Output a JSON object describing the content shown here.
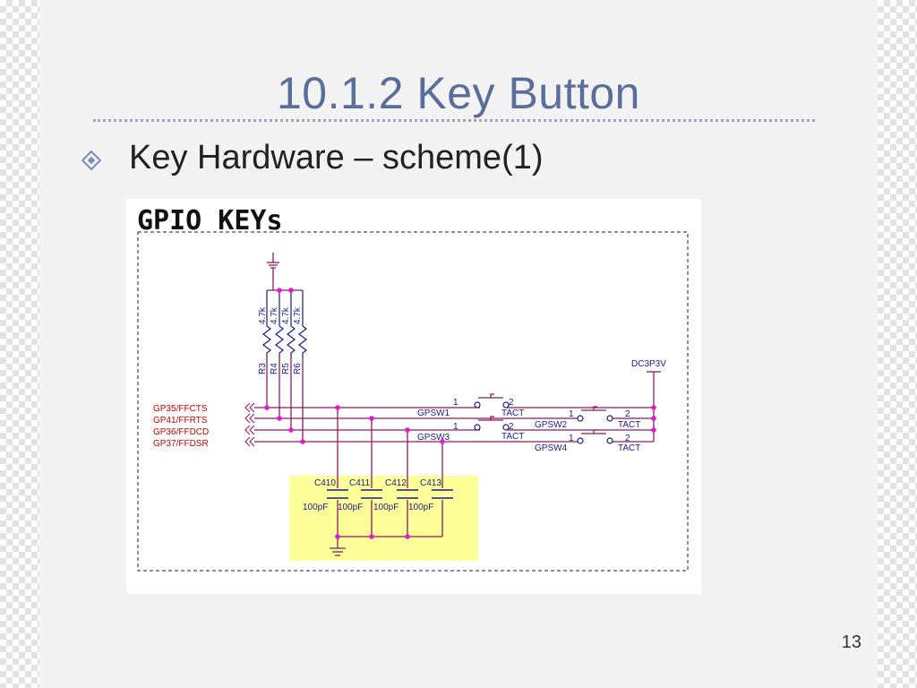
{
  "slide": {
    "title": "10.1.2  Key Button",
    "bullet": "Key Hardware – scheme(1)",
    "page_number": "13"
  },
  "schematic": {
    "heading": "GPIO KEYs",
    "resistors": [
      {
        "ref": "R3",
        "value": "4.7k"
      },
      {
        "ref": "R4",
        "value": "4.7k"
      },
      {
        "ref": "R5",
        "value": "4.7k"
      },
      {
        "ref": "R6",
        "value": "4.7k"
      }
    ],
    "signals": [
      "GP35/FFCTS",
      "GP41/FFRTS",
      "GP36/FFDCD",
      "GP37/FFDSR"
    ],
    "switches": [
      {
        "ref": "GPSW1",
        "type": "TACT",
        "pin1": "1",
        "pin2": "2"
      },
      {
        "ref": "GPSW2",
        "type": "TACT",
        "pin1": "1",
        "pin2": "2"
      },
      {
        "ref": "GPSW3",
        "type": "TACT",
        "pin1": "1",
        "pin2": "2"
      },
      {
        "ref": "GPSW4",
        "type": "TACT",
        "pin1": "1",
        "pin2": "2"
      }
    ],
    "capacitors": [
      {
        "ref": "C410",
        "value": "100pF"
      },
      {
        "ref": "C411",
        "value": "100pF"
      },
      {
        "ref": "C412",
        "value": "100pF"
      },
      {
        "ref": "C413",
        "value": "100pF"
      }
    ],
    "power_label": "DC3P3V",
    "colors": {
      "wire": "#8c1c5a",
      "junction": "#e01ad0",
      "signal_text": "#d00000",
      "component_text": "#1a1a8c",
      "cap_highlight": "#ffff99"
    }
  }
}
